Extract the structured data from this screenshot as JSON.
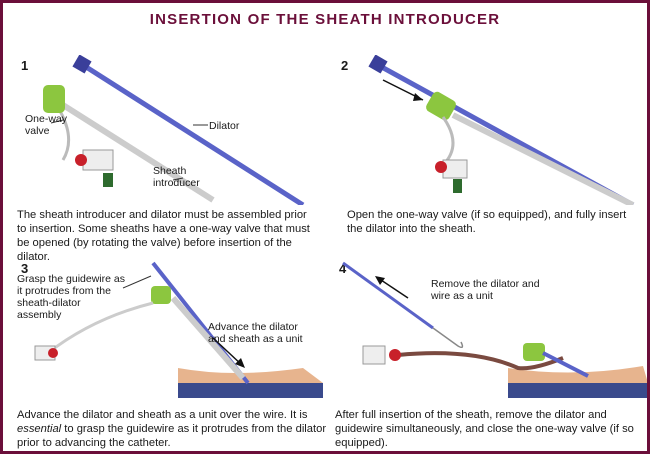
{
  "title": "INSERTION OF THE SHEATH INTRODUCER",
  "colors": {
    "border": "#6b0f3a",
    "dilator": "#5a63c8",
    "hub": "#8cc63f",
    "valve": "#c8202a",
    "skin": "#e7b48e",
    "tissue": "#3a4a8c"
  },
  "panels": [
    {
      "number": "1",
      "labels": [
        "Dilator",
        "One-way valve",
        "Sheath introducer"
      ],
      "caption": "The sheath introducer and dilator must be assembled prior to insertion. Some sheaths have a one-way valve that must be opened (by rotating the valve) before insertion of the dilator."
    },
    {
      "number": "2",
      "caption": "Open the one-way valve (if so equipped), and fully insert the dilator into the sheath."
    },
    {
      "number": "3",
      "labels": [
        "Grasp the guidewire as it protrudes from the sheath-dilator assembly",
        "Advance the dilator and sheath as a unit"
      ],
      "caption_em": "essential",
      "caption_pre": "Advance the dilator and sheath as a unit over the wire. It is ",
      "caption_post": " to grasp the guidewire as it protrudes from the dilator prior to advancing the catheter."
    },
    {
      "number": "4",
      "labels": [
        "Remove the dilator and wire as a unit"
      ],
      "caption": "After full insertion of the sheath, remove the dilator and guidewire simultaneously, and close the one-way valve (if so equipped)."
    }
  ]
}
